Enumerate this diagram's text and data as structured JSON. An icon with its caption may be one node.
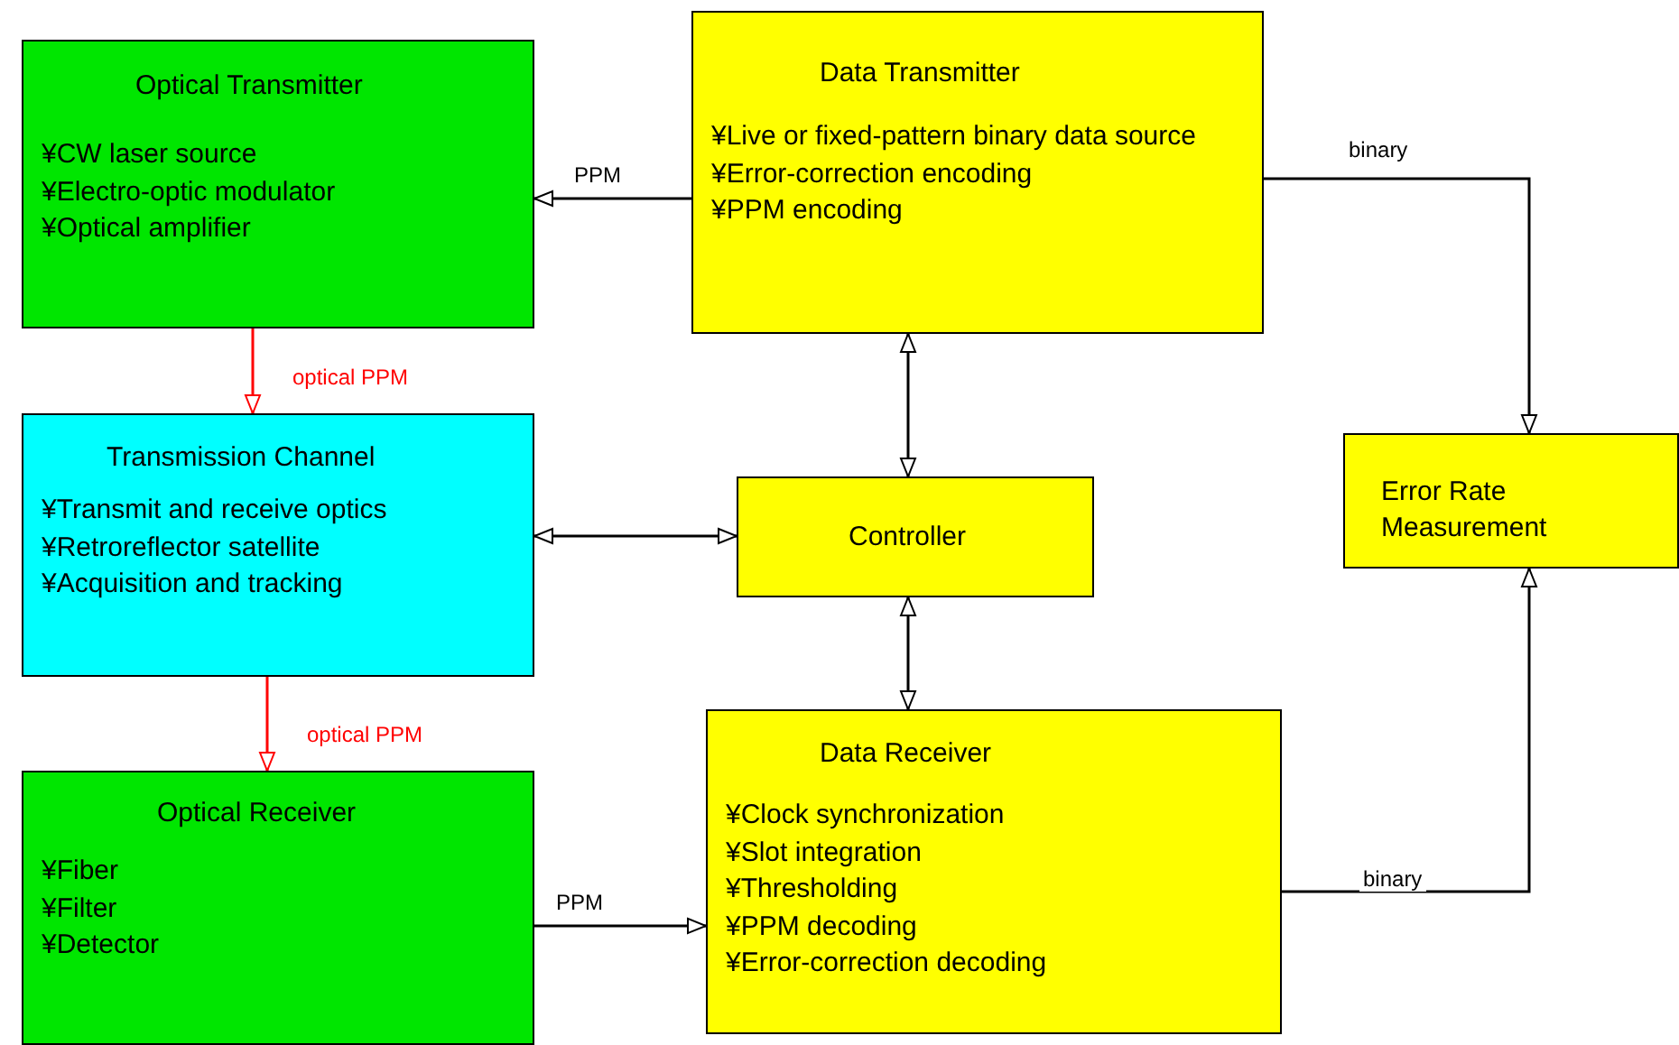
{
  "diagram": {
    "nodes": [
      {
        "text": [
          "Optical Transmitter",
          "¥CW laser source",
          "¥Electro-optic modulator",
          "¥Optical amplifier"
        ]
      },
      {
        "text": [
          "Data Transmitter",
          "¥Live or fixed-pattern binary data source",
          "¥Error-correction encoding",
          "¥PPM encoding"
        ]
      },
      {
        "text": [
          "Transmission Channel",
          "¥Transmit and receive optics",
          "¥Retroreflector satellite",
          "¥Acquisition and tracking"
        ]
      },
      {
        "text": [
          "Controller"
        ]
      },
      {
        "text": [
          "Error Rate Measurement"
        ]
      },
      {
        "text": [
          "Optical Receiver",
          "¥Fiber",
          "¥Filter",
          "¥Detector"
        ]
      },
      {
        "text": [
          "Data Receiver",
          "¥Clock synchronization",
          "¥Slot integration",
          "¥Thresholding",
          "¥PPM decoding",
          "¥Error-correction decoding"
        ]
      }
    ],
    "edges": [
      {
        "from": 1,
        "to": 0,
        "arrow": "to",
        "label": "PPM"
      },
      {
        "from": 0,
        "to": 2,
        "arrow": "to",
        "label": "optical PPM",
        "color": "#ff0000"
      },
      {
        "from": 2,
        "to": 5,
        "arrow": "to",
        "label": "optical PPM",
        "color": "#ff0000"
      },
      {
        "from": 1,
        "to": 3,
        "arrow": "both"
      },
      {
        "from": 2,
        "to": 3,
        "arrow": "both"
      },
      {
        "from": 3,
        "to": 6,
        "arrow": "both"
      },
      {
        "from": 5,
        "to": 6,
        "arrow": "to",
        "label": "PPM"
      },
      {
        "from": 1,
        "to": 4,
        "arrow": "to",
        "label": "binary"
      },
      {
        "from": 6,
        "to": 4,
        "arrow": "to",
        "label": "binary"
      }
    ]
  }
}
